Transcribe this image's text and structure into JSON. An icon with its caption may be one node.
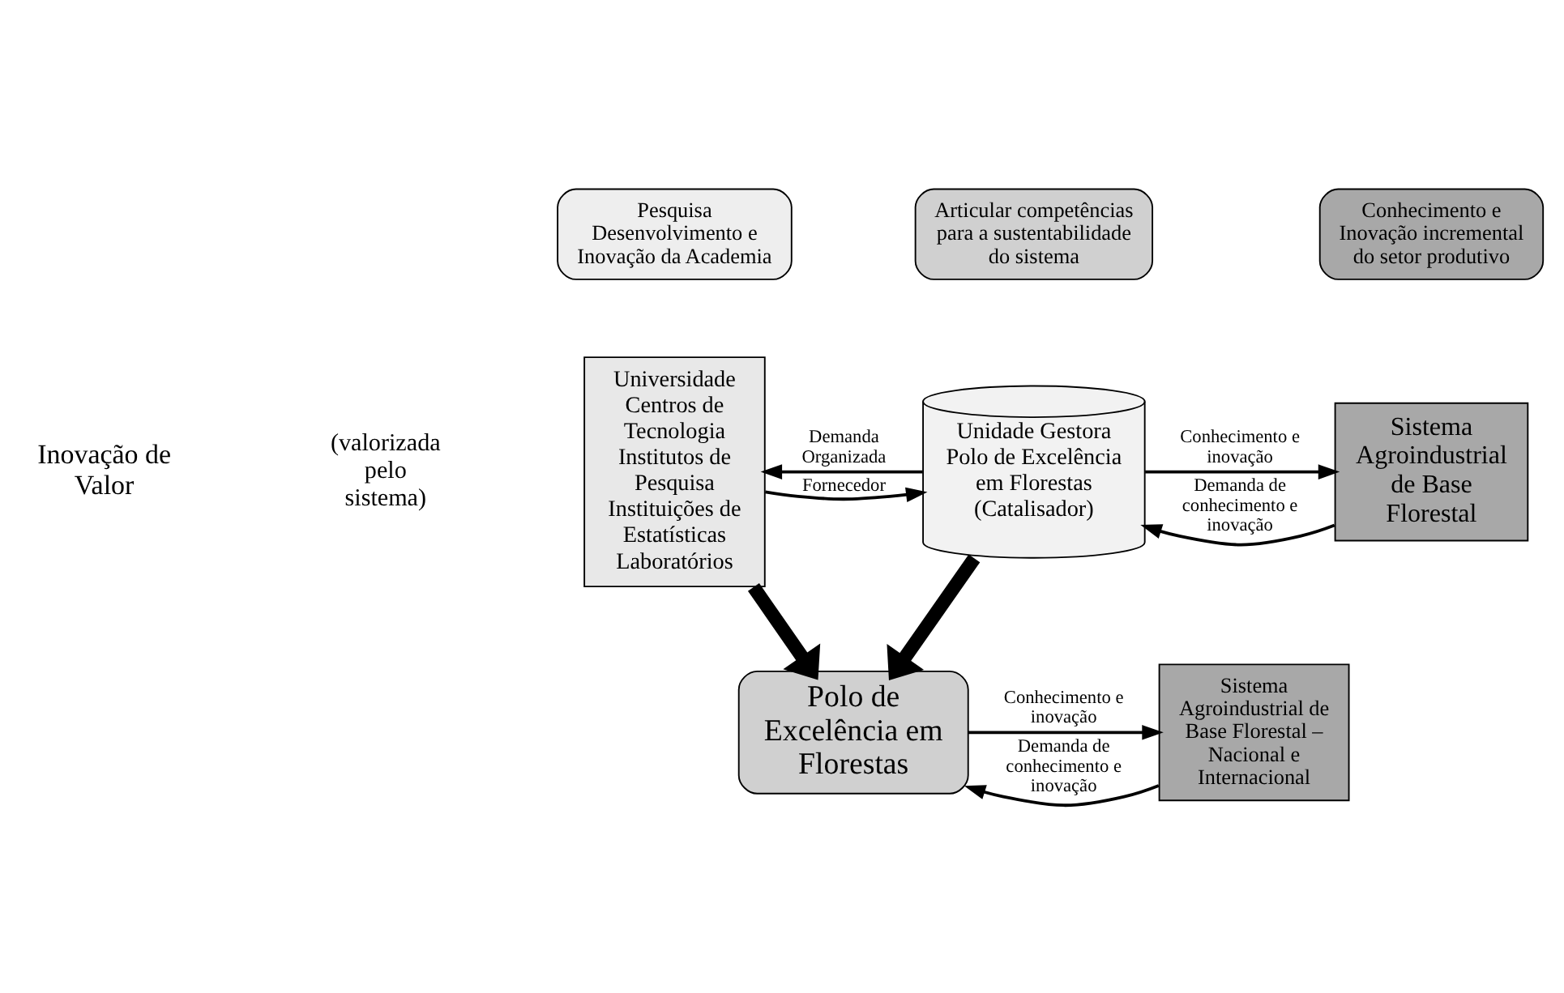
{
  "diagram": {
    "nodes": [
      {
        "text": [
          "Pesquisa Desenvolvimento e Inovação da Academia"
        ]
      },
      {
        "text": [
          "Articular competências para a sustentabilidade do sistema"
        ]
      },
      {
        "text": [
          "Conhecimento e Inovação incremental do setor produtivo"
        ]
      },
      {
        "text": [
          "Universidade Centros de Tecnologia Institutos de Pesquisa Instituições de Estatísticas Laboratórios"
        ]
      },
      {
        "text": [
          "Unidade Gestora Polo de Excelência em Florestas (Catalisador)"
        ]
      },
      {
        "text": [
          "Sistema Agroindustrial de Base Florestal"
        ]
      },
      {
        "text": [
          "Polo de Excelência em Florestas"
        ]
      },
      {
        "text": [
          "Sistema Agroindustrial de Base Florestal – Nacional e Internacional"
        ]
      }
    ],
    "edges": [
      {
        "from": 3,
        "to": 4,
        "arrow": "to",
        "label": "Fornecedor"
      },
      {
        "from": 4,
        "to": 3,
        "arrow": "to",
        "label": "Demanda Organizada"
      },
      {
        "from": 4,
        "to": 5,
        "arrow": "to",
        "label": "Conhecimento e inovação"
      },
      {
        "from": 5,
        "to": 4,
        "arrow": "to",
        "label": "Demanda de conhecimento e inovação"
      },
      {
        "from": 3,
        "to": 6,
        "arrow": "to",
        "style": "thick"
      },
      {
        "from": 4,
        "to": 6,
        "arrow": "to",
        "style": "thick"
      },
      {
        "from": 6,
        "to": 7,
        "arrow": "to",
        "label": "Conhecimento e inovação"
      },
      {
        "from": 7,
        "to": 6,
        "arrow": "to",
        "label": "Demanda de conhecimento e inovação"
      }
    ],
    "labels": [
      "Inovação de Valor",
      "(valorizada pelo sistema)"
    ]
  }
}
